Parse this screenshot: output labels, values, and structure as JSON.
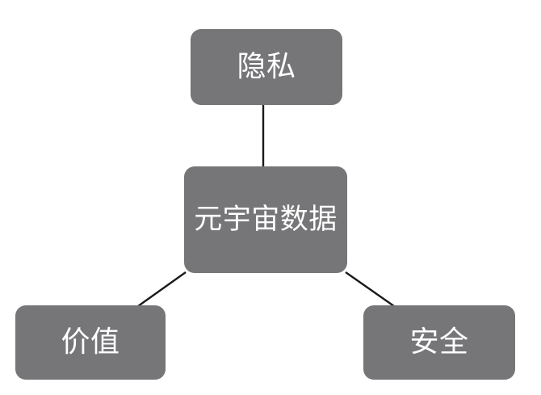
{
  "diagram": {
    "type": "hierarchy-tree",
    "background_color": "#ffffff",
    "node_fill_color": "#767578",
    "node_text_color": "#ffffff",
    "connector_color": "#1a1a1a",
    "root": {
      "id": "center",
      "label": "元宇宙数据"
    },
    "branches": [
      {
        "id": "top",
        "label": "隐私"
      },
      {
        "id": "bottom-left",
        "label": "价值"
      },
      {
        "id": "bottom-right",
        "label": "安全"
      }
    ],
    "edges": [
      {
        "from": "center",
        "to": "top"
      },
      {
        "from": "center",
        "to": "bottom-left"
      },
      {
        "from": "center",
        "to": "bottom-right"
      }
    ]
  }
}
